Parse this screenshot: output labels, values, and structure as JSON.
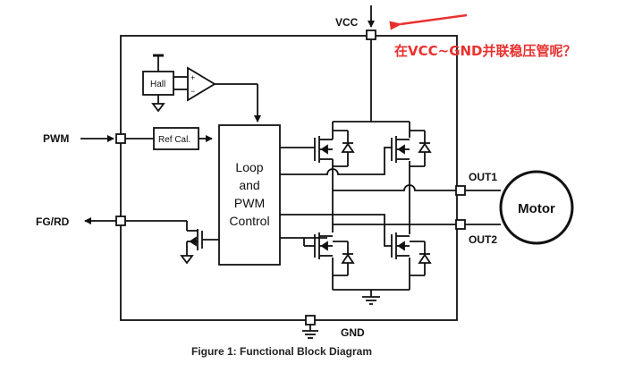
{
  "labels": {
    "vcc": "VCC",
    "gnd": "GND",
    "pwm": "PWM",
    "fgrd": "FG/RD",
    "out1": "OUT1",
    "out2": "OUT2",
    "hall": "Hall",
    "ref_cal": "Ref Cal.",
    "loop_line1": "Loop",
    "loop_line2": "and",
    "loop_line3": "PWM",
    "loop_line4": "Control",
    "motor": "Motor",
    "plus": "+",
    "minus": "−"
  },
  "caption": "Figure 1: Functional Block Diagram",
  "annotation": {
    "text": "在VCC~GND并联稳压管呢？",
    "color": "#e8312f"
  },
  "colors": {
    "line": "#111111",
    "motor_fill": "#ffffff"
  }
}
